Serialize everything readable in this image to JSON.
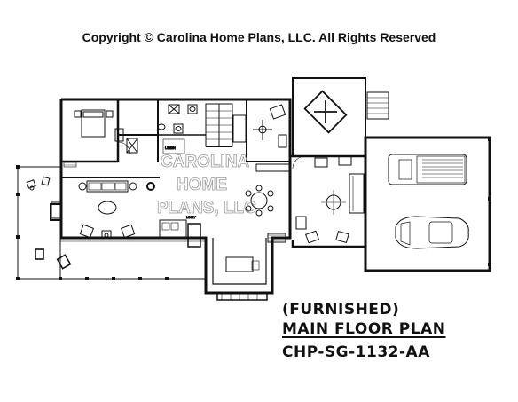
{
  "copyright": "Copyright © Carolina Home Plans, LLC. All Rights Reserved",
  "watermark": [
    "CAROLINA",
    "HOME",
    "PLANS, LLC"
  ],
  "title": {
    "line1": "(FURNISHED)",
    "line2": "MAIN FLOOR PLAN",
    "line3": "CHP-SG-1132-AA"
  },
  "labels": {
    "linen": "LINEN",
    "ldry": "LDRY"
  }
}
